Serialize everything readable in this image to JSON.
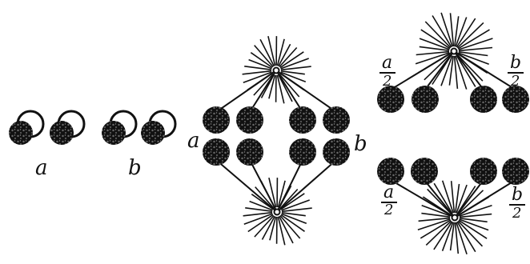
{
  "labels": {
    "pair_a": "a",
    "pair_b": "b",
    "tetrad_left": "a",
    "tetrad_right": "b",
    "half_top_left_num": "a",
    "half_top_left_den": "2",
    "half_top_right_num": "b",
    "half_top_right_den": "2",
    "half_bottom_left_num": "a",
    "half_bottom_left_den": "2",
    "half_bottom_right_num": "b",
    "half_bottom_right_den": "2"
  },
  "colors": {
    "ink": "#111111",
    "background": "#ffffff",
    "speckle": "#6b6b6b"
  }
}
